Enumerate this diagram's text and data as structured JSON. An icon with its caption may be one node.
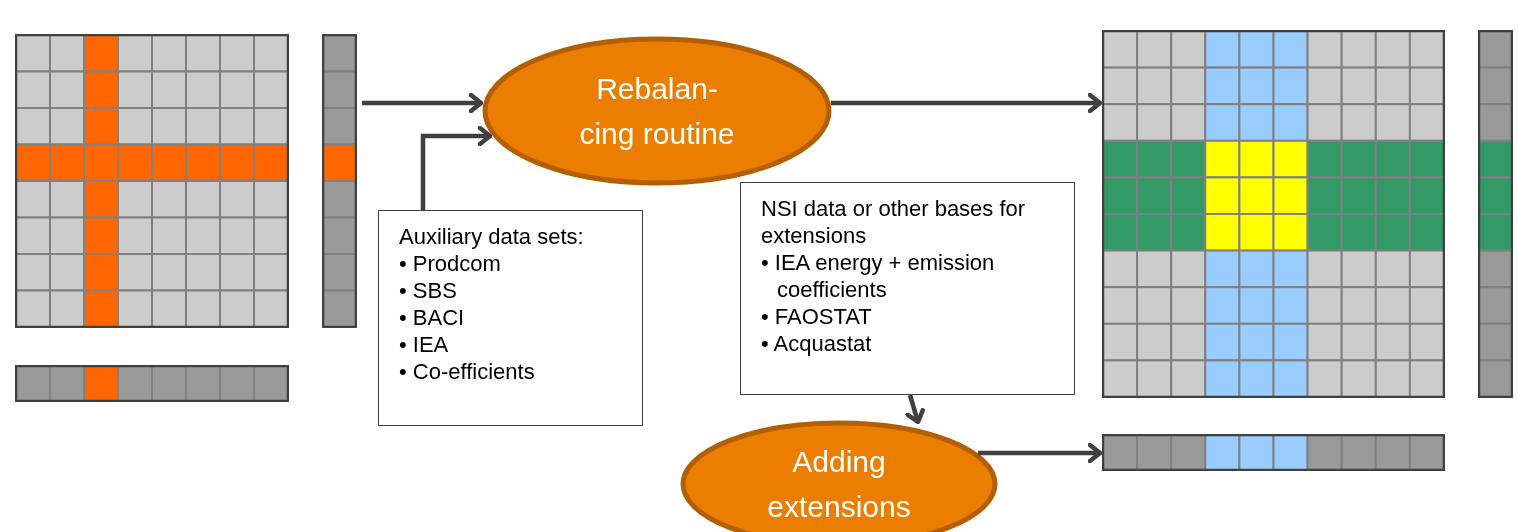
{
  "diagram": {
    "nodes": [
      {
        "text": [],
        "shape": "grid"
      },
      {
        "text": [],
        "shape": "bar"
      },
      {
        "text": [],
        "shape": "bar"
      },
      {
        "text": [
          "Rebalan- cing routine"
        ]
      },
      {
        "text": [
          "Auxiliary data sets:",
          "• Prodcom",
          "• SBS",
          "• BACI",
          "• IEA",
          "• Co-efficients"
        ]
      },
      {
        "text": [],
        "shape": "grid"
      },
      {
        "text": [],
        "shape": "bar"
      },
      {
        "text": [
          "NSI data or other bases for extensions",
          "• IEA energy + emission coefficients",
          "• FAOSTAT",
          "• Acquastat"
        ]
      },
      {
        "text": [
          "Adding extensions"
        ]
      },
      {
        "text": [],
        "shape": "bar"
      }
    ],
    "edges": [
      {
        "from": 1,
        "to": 3,
        "arrow": "to"
      },
      {
        "from": 4,
        "to": 3,
        "arrow": "to"
      },
      {
        "from": 3,
        "to": 5,
        "arrow": "to"
      },
      {
        "from": 7,
        "to": 8,
        "arrow": "to"
      },
      {
        "from": 8,
        "to": 9,
        "arrow": "to"
      }
    ]
  }
}
